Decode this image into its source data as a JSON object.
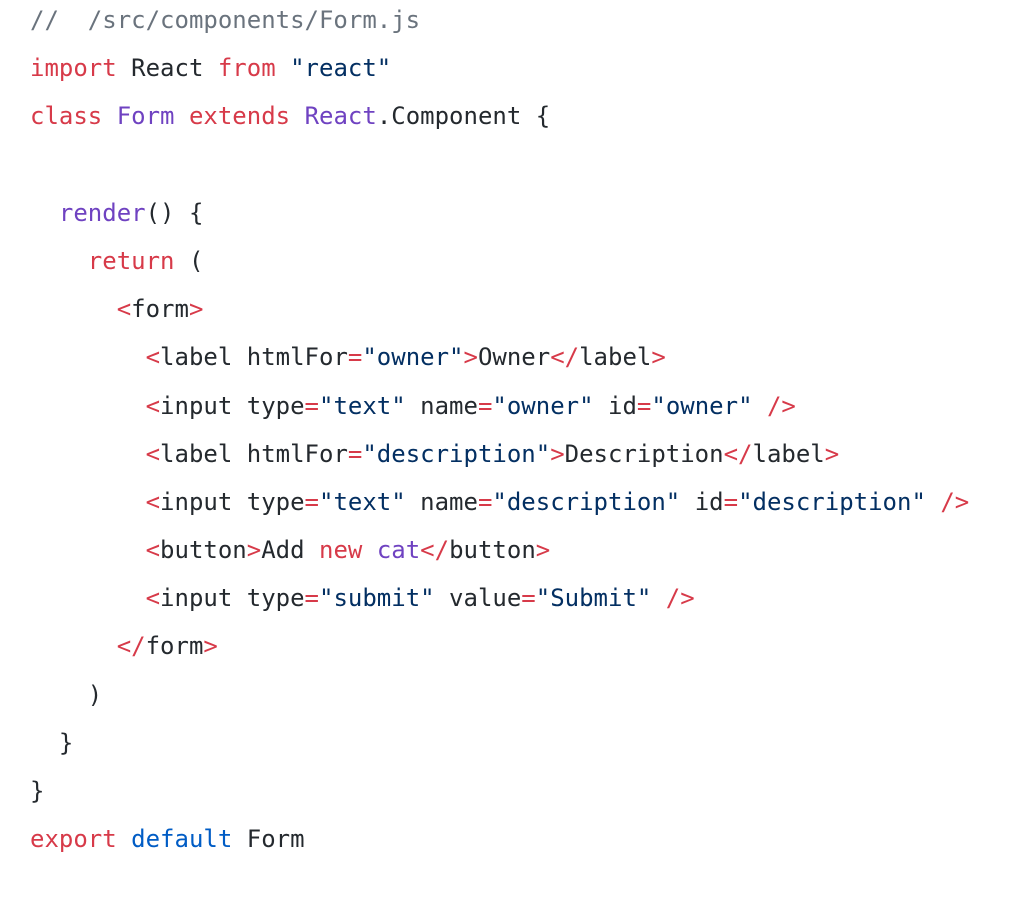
{
  "code": {
    "colors": {
      "k": "#d73a49",
      "s": "#032f62",
      "p": "#6f42c1",
      "b": "#005cc5",
      "c": "#6a737d",
      "t": "#24292e"
    },
    "lines": [
      [
        [
          "c",
          "//  /src/components/Form.js"
        ]
      ],
      [
        [
          "k",
          "import"
        ],
        [
          "t",
          " React "
        ],
        [
          "k",
          "from"
        ],
        [
          "t",
          " "
        ],
        [
          "s",
          "\"react\""
        ]
      ],
      [
        [
          "k",
          "class"
        ],
        [
          "t",
          " "
        ],
        [
          "p",
          "Form"
        ],
        [
          "t",
          " "
        ],
        [
          "k",
          "extends"
        ],
        [
          "t",
          " "
        ],
        [
          "p",
          "React"
        ],
        [
          "t",
          ".Component {"
        ]
      ],
      [],
      [
        [
          "t",
          "  "
        ],
        [
          "p",
          "render"
        ],
        [
          "t",
          "() {"
        ]
      ],
      [
        [
          "t",
          "    "
        ],
        [
          "k",
          "return"
        ],
        [
          "t",
          " ("
        ]
      ],
      [
        [
          "t",
          "      "
        ],
        [
          "k",
          "<"
        ],
        [
          "t",
          "form"
        ],
        [
          "k",
          ">"
        ]
      ],
      [
        [
          "t",
          "        "
        ],
        [
          "k",
          "<"
        ],
        [
          "t",
          "label htmlFor"
        ],
        [
          "k",
          "="
        ],
        [
          "s",
          "\"owner\""
        ],
        [
          "k",
          ">"
        ],
        [
          "t",
          "Owner"
        ],
        [
          "k",
          "</"
        ],
        [
          "t",
          "label"
        ],
        [
          "k",
          ">"
        ]
      ],
      [
        [
          "t",
          "        "
        ],
        [
          "k",
          "<"
        ],
        [
          "t",
          "input type"
        ],
        [
          "k",
          "="
        ],
        [
          "s",
          "\"text\""
        ],
        [
          "t",
          " name"
        ],
        [
          "k",
          "="
        ],
        [
          "s",
          "\"owner\""
        ],
        [
          "t",
          " id"
        ],
        [
          "k",
          "="
        ],
        [
          "s",
          "\"owner\""
        ],
        [
          "t",
          " "
        ],
        [
          "k",
          "/>"
        ]
      ],
      [
        [
          "t",
          "        "
        ],
        [
          "k",
          "<"
        ],
        [
          "t",
          "label htmlFor"
        ],
        [
          "k",
          "="
        ],
        [
          "s",
          "\"description\""
        ],
        [
          "k",
          ">"
        ],
        [
          "t",
          "Description"
        ],
        [
          "k",
          "</"
        ],
        [
          "t",
          "label"
        ],
        [
          "k",
          ">"
        ]
      ],
      [
        [
          "t",
          "        "
        ],
        [
          "k",
          "<"
        ],
        [
          "t",
          "input type"
        ],
        [
          "k",
          "="
        ],
        [
          "s",
          "\"text\""
        ],
        [
          "t",
          " name"
        ],
        [
          "k",
          "="
        ],
        [
          "s",
          "\"description\""
        ],
        [
          "t",
          " id"
        ],
        [
          "k",
          "="
        ],
        [
          "s",
          "\"description\""
        ],
        [
          "t",
          " "
        ],
        [
          "k",
          "/>"
        ]
      ],
      [
        [
          "t",
          "        "
        ],
        [
          "k",
          "<"
        ],
        [
          "t",
          "button"
        ],
        [
          "k",
          ">"
        ],
        [
          "t",
          "Add "
        ],
        [
          "k",
          "new"
        ],
        [
          "t",
          " "
        ],
        [
          "p",
          "cat"
        ],
        [
          "k",
          "</"
        ],
        [
          "t",
          "button"
        ],
        [
          "k",
          ">"
        ]
      ],
      [
        [
          "t",
          "        "
        ],
        [
          "k",
          "<"
        ],
        [
          "t",
          "input type"
        ],
        [
          "k",
          "="
        ],
        [
          "s",
          "\"submit\""
        ],
        [
          "t",
          " value"
        ],
        [
          "k",
          "="
        ],
        [
          "s",
          "\"Submit\""
        ],
        [
          "t",
          " "
        ],
        [
          "k",
          "/>"
        ]
      ],
      [
        [
          "t",
          "      "
        ],
        [
          "k",
          "</"
        ],
        [
          "t",
          "form"
        ],
        [
          "k",
          ">"
        ]
      ],
      [
        [
          "t",
          "    )"
        ]
      ],
      [
        [
          "t",
          "  }"
        ]
      ],
      [
        [
          "t",
          "}"
        ]
      ],
      [
        [
          "k",
          "export"
        ],
        [
          "t",
          " "
        ],
        [
          "b",
          "default"
        ],
        [
          "t",
          " Form"
        ]
      ]
    ]
  }
}
